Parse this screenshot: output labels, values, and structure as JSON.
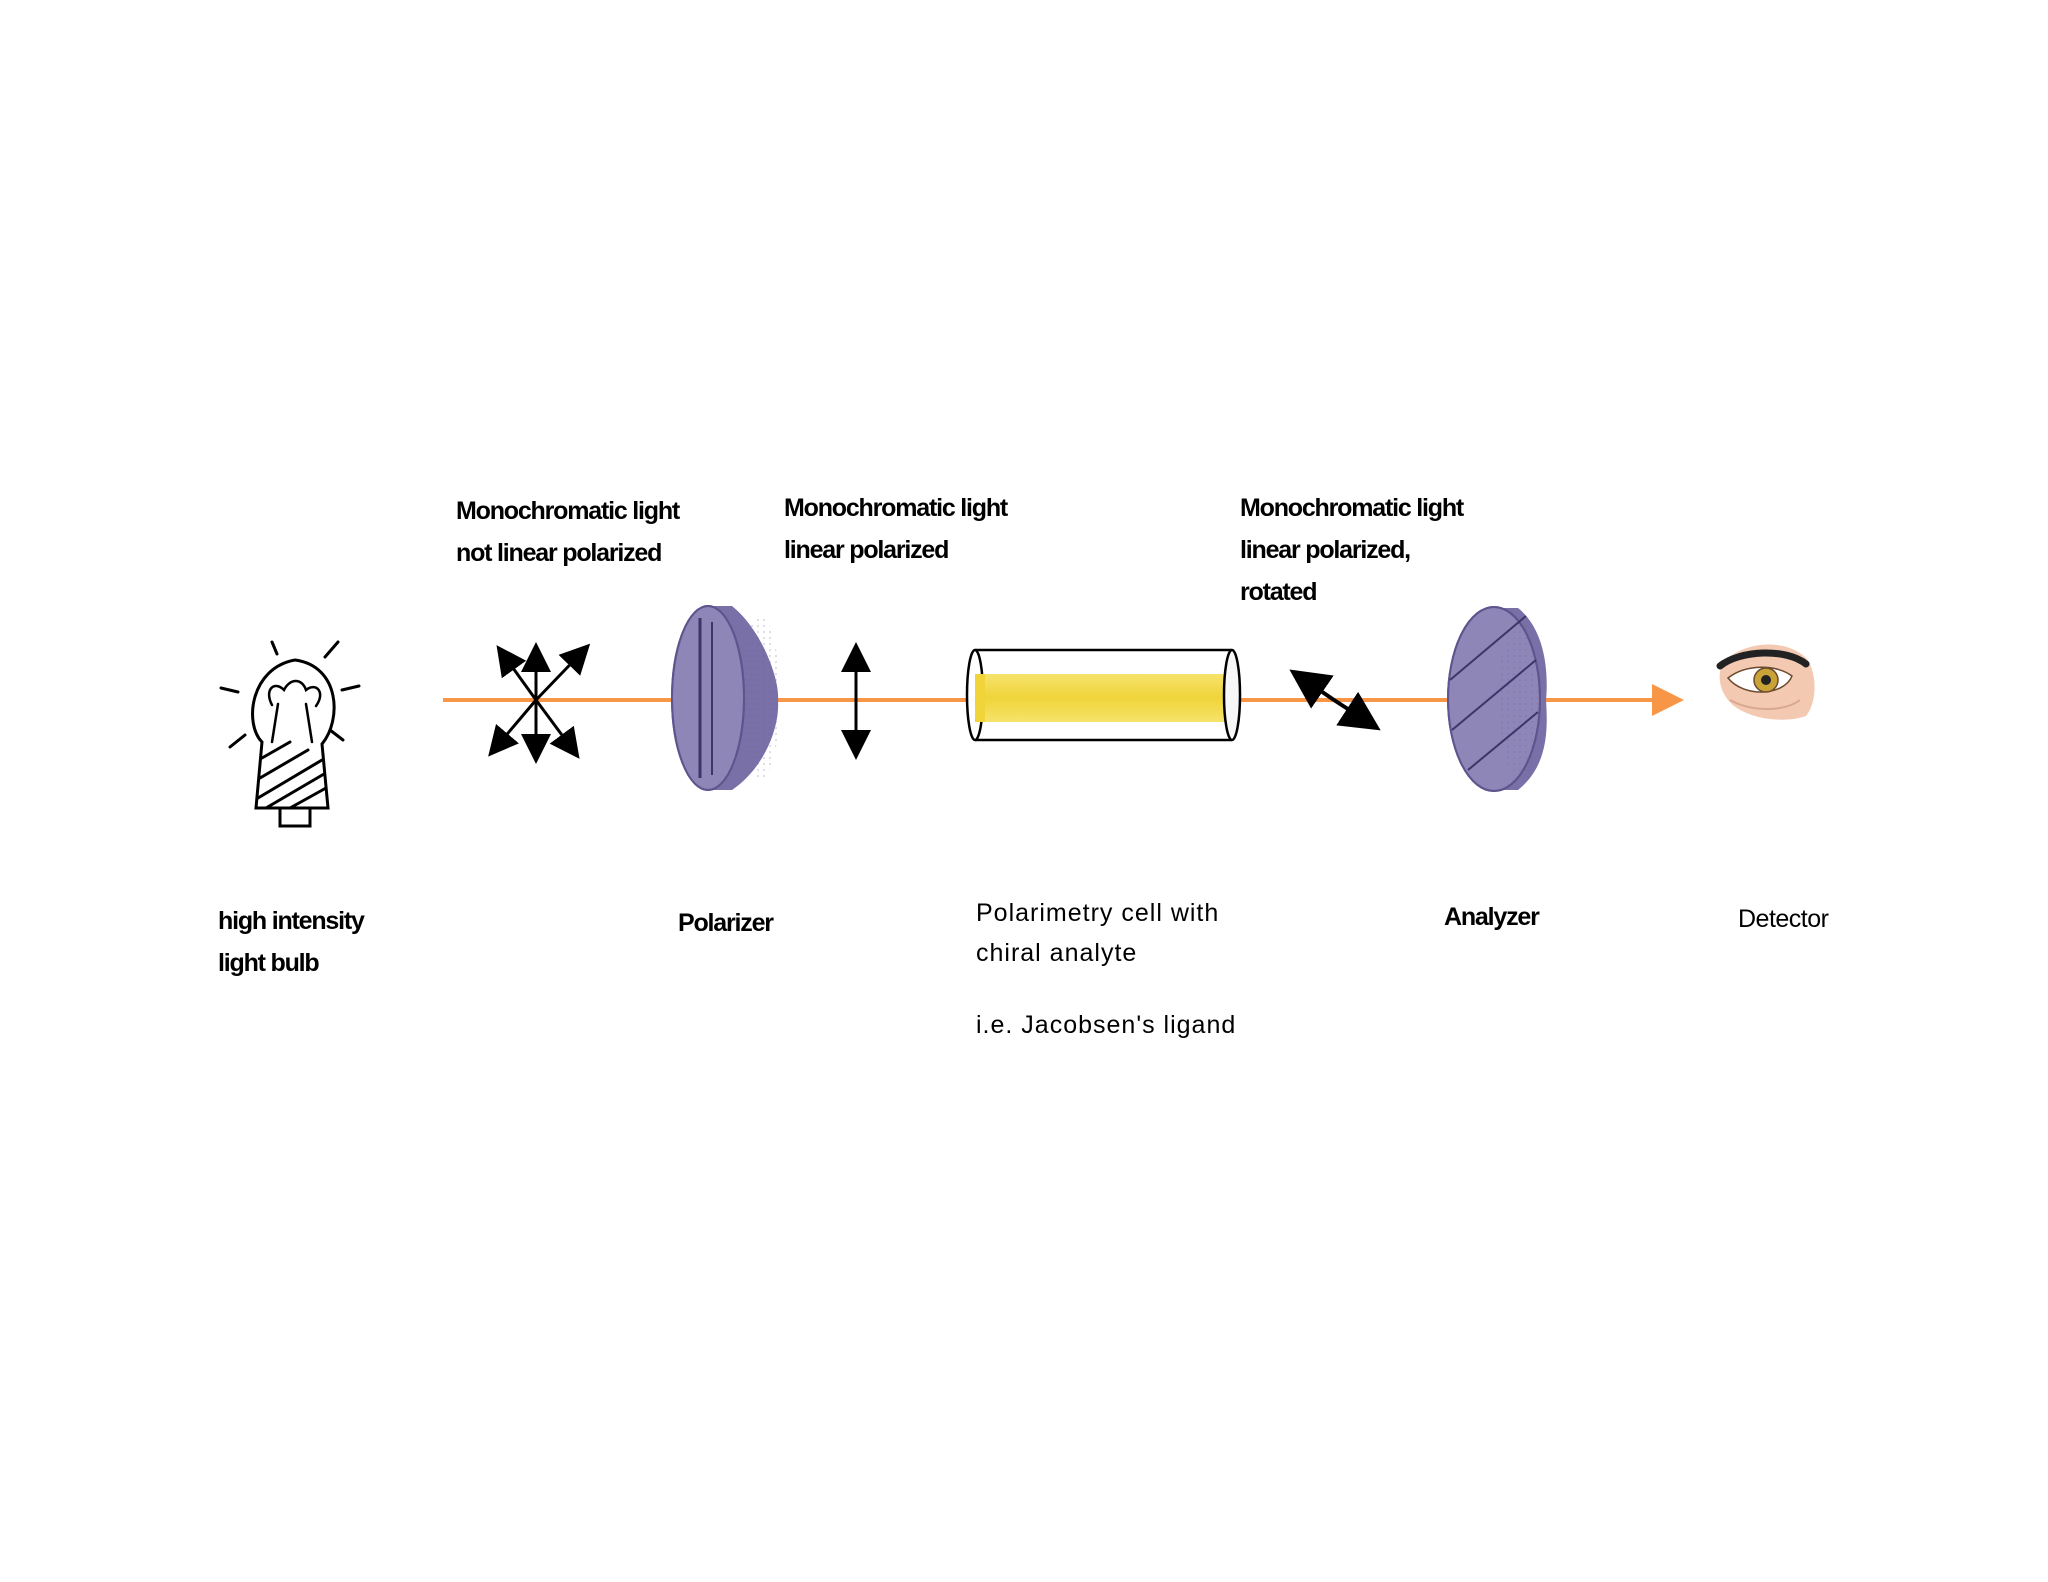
{
  "diagram": {
    "labels": {
      "unpolarized": [
        "Monochromatic light",
        "not linear polarized"
      ],
      "polarized": [
        "Monochromatic light",
        "linear polarized"
      ],
      "rotated": [
        "Monochromatic light",
        "linear polarized,",
        "rotated"
      ],
      "bulb": [
        "high intensity",
        "light bulb"
      ],
      "polarizer": "Polarizer",
      "cell": [
        "Polarimetry cell with",
        "chiral analyte",
        "i.e. Jacobsen's ligand"
      ],
      "analyzer": "Analyzer",
      "detector": "Detector"
    },
    "colors": {
      "beam": "#f79646",
      "filter_face": "#8f86b8",
      "filter_edge": "#7a70a8",
      "filter_dark": "#5e558e",
      "cell_fill": "#f2d94a",
      "eye_skin": "#f3c9b2",
      "iris": "#c9a338"
    },
    "icons": [
      "light-bulb-icon",
      "unpolarized-arrows-icon",
      "polarizer-filter-icon",
      "vertical-arrow-icon",
      "sample-tube-icon",
      "rotated-arrow-icon",
      "analyzer-filter-icon",
      "eye-icon"
    ]
  }
}
